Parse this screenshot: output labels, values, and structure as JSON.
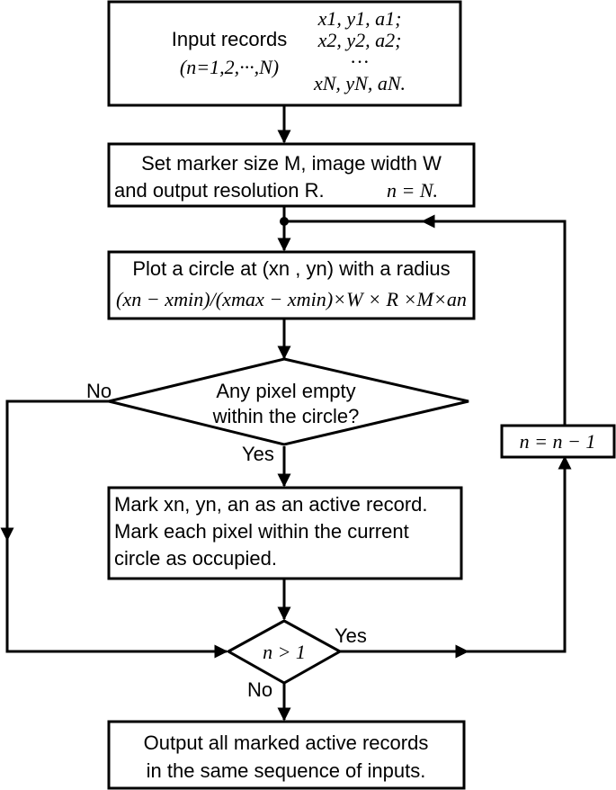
{
  "input_box": {
    "title": "Input records",
    "range": "(n=1,2,···,N)",
    "records": [
      "x1, y1, a1;",
      "x2, y2, a2;",
      "···",
      "xN, yN, aN."
    ]
  },
  "setup_box": {
    "line1": "Set marker size M, image width W",
    "line2": "and output resolution R.",
    "init": "n = N."
  },
  "plot_box": {
    "line1": "Plot a circle at (xn , yn) with a radius",
    "formula": "(xn − xmin)/(xmax − xmin)×W × R ×M×an"
  },
  "check_diamond": {
    "line1": "Any pixel empty",
    "line2": "within the circle?"
  },
  "mark_box": {
    "line1": "Mark xn, yn, an as an active record.",
    "line2": "Mark each pixel within the current",
    "line3": "circle as occupied."
  },
  "loop_diamond": {
    "text": "n > 1"
  },
  "decrement_box": {
    "text": "n = n − 1"
  },
  "output_box": {
    "line1": "Output all marked active records",
    "line2": "in the same sequence of inputs."
  },
  "labels": {
    "no_check": "No",
    "yes_check": "Yes",
    "yes_loop": "Yes",
    "no_loop": "No"
  }
}
